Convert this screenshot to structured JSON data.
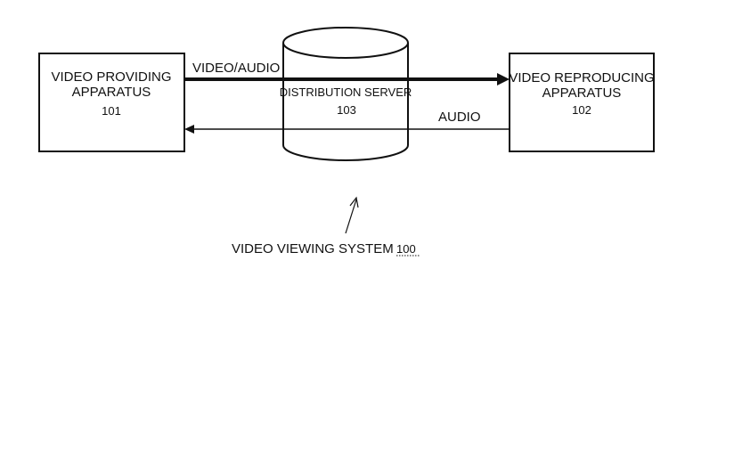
{
  "diagram": {
    "provider": {
      "line1": "VIDEO PROVIDING",
      "line2": "APPARATUS",
      "ref": "101"
    },
    "server": {
      "label": "DISTRIBUTION SERVER",
      "ref": "103"
    },
    "reproducer": {
      "line1": "VIDEO REPRODUCING",
      "line2": "APPARATUS",
      "ref": "102"
    },
    "flows": {
      "forward_label": "VIDEO/AUDIO",
      "return_label": "AUDIO"
    },
    "system": {
      "label": "VIDEO VIEWING SYSTEM",
      "ref": "100"
    }
  }
}
